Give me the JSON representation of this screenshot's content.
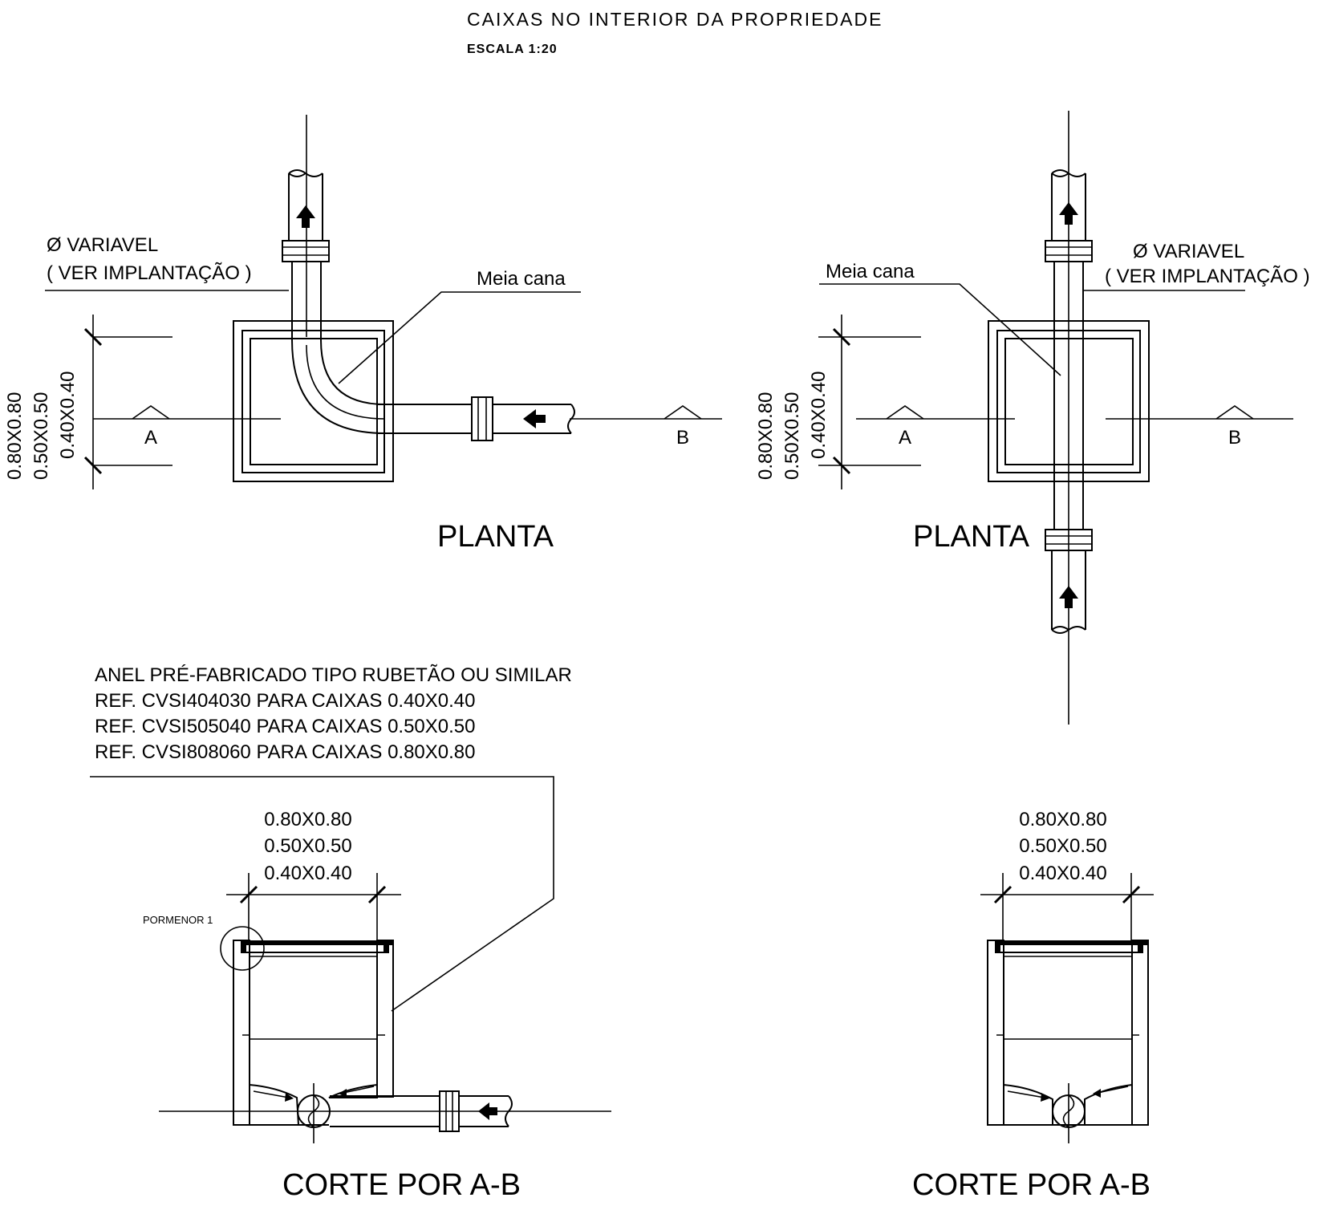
{
  "header": {
    "title": "CAIXAS NO INTERIOR DA PROPRIEDADE",
    "scale": "ESCALA 1:20"
  },
  "plan_left": {
    "view_title": "PLANTA",
    "pipe_label_1": "Ø VARIAVEL",
    "pipe_label_2": "( VER IMPLANTAÇÃO )",
    "channel_label": "Meia cana",
    "dim_1": "0.80X0.80",
    "dim_2": "0.50X0.50",
    "dim_3": "0.40X0.40",
    "section_a": "A",
    "section_b": "B"
  },
  "plan_right": {
    "view_title": "PLANTA",
    "pipe_label_1": "Ø VARIAVEL",
    "pipe_label_2": "( VER IMPLANTAÇÃO )",
    "channel_label": "Meia cana",
    "dim_1": "0.80X0.80",
    "dim_2": "0.50X0.50",
    "dim_3": "0.40X0.40",
    "section_a": "A",
    "section_b": "B"
  },
  "ring_note": {
    "line_1": "ANEL PRÉ-FABRICADO TIPO RUBETÃO OU SIMILAR",
    "line_2": "REF. CVSI404030 PARA CAIXAS 0.40X0.40",
    "line_3": "REF. CVSI505040 PARA CAIXAS 0.50X0.50",
    "line_4": "REF. CVSI808060 PARA CAIXAS 0.80X0.80"
  },
  "section_left": {
    "view_title": "CORTE POR A-B",
    "detail_label": "PORMENOR 1",
    "dim_1": "0.80X0.80",
    "dim_2": "0.50X0.50",
    "dim_3": "0.40X0.40"
  },
  "section_right": {
    "view_title": "CORTE POR A-B",
    "dim_1": "0.80X0.80",
    "dim_2": "0.50X0.50",
    "dim_3": "0.40X0.40"
  }
}
